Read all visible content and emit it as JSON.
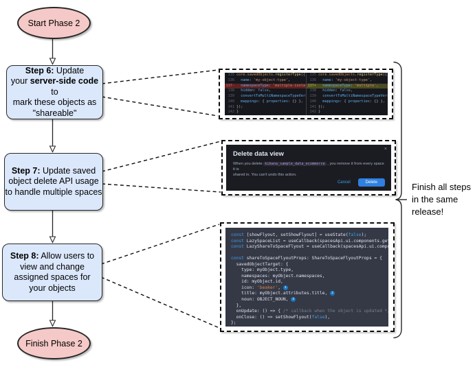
{
  "colors": {
    "node_fill_pink": "#f5c9c7",
    "node_fill_blue": "#dbe8fc",
    "node_stroke": "#262626",
    "diff_bg": "#17181d",
    "diff_deleted_row_bg": "#5f2221",
    "diff_added_row_bg": "#4b4c20",
    "modal_bg": "#1b1c22",
    "code_bg": "#353946",
    "accent_blue": "#36a2ef",
    "delete_button_bg": "#2f80e0"
  },
  "flow": {
    "start_label": "Start Phase 2",
    "finish_label": "Finish Phase 2",
    "steps": [
      {
        "id": "step6",
        "lines": [
          [
            {
              "t": "Step 6:",
              "b": 1
            },
            {
              "t": " Update"
            }
          ],
          [
            {
              "t": "your "
            },
            {
              "t": "server-side code",
              "b": 1
            },
            {
              "t": " to"
            }
          ],
          [
            {
              "t": "mark these objects as"
            }
          ],
          [
            {
              "t": "\"shareable\""
            }
          ]
        ]
      },
      {
        "id": "step7",
        "lines": [
          [
            {
              "t": "Step 7:",
              "b": 1
            },
            {
              "t": " Update saved"
            }
          ],
          [
            {
              "t": "object delete API usage"
            }
          ],
          [
            {
              "t": "to handle multiple spaces"
            }
          ]
        ]
      },
      {
        "id": "step8",
        "lines": [
          [
            {
              "t": "Step 8:",
              "b": 1
            },
            {
              "t": " Allow users to"
            }
          ],
          [
            {
              "t": "view and change"
            }
          ],
          [
            {
              "t": "assigned spaces for"
            }
          ],
          [
            {
              "t": "your objects"
            }
          ]
        ]
      }
    ],
    "brace_note": "Finish all steps\nin the same\nrelease!"
  },
  "diff": {
    "left": [
      {
        "num": "135",
        "tokens": [
          [
            "id",
            "core.savedObjects"
          ],
          [
            "fn",
            ".registerType"
          ],
          [
            "pl",
            "({"
          ]
        ]
      },
      {
        "num": "136",
        "tokens": [
          [
            "pr",
            "  name"
          ],
          [
            "pl",
            ": "
          ],
          [
            "st",
            "'my-object-type'"
          ],
          [
            "pl",
            ","
          ]
        ]
      },
      {
        "num": "137-",
        "mark": "del",
        "tokens": [
          [
            "pr",
            "  namespaceType"
          ],
          [
            "pl",
            ": "
          ],
          [
            "st",
            "'multiple-isolated'"
          ],
          [
            "pl",
            ","
          ]
        ]
      },
      {
        "num": "138",
        "tokens": [
          [
            "pr",
            "  hidden"
          ],
          [
            "pl",
            ": "
          ],
          [
            "kw",
            "false"
          ],
          [
            "pl",
            ","
          ]
        ]
      },
      {
        "num": "139",
        "tokens": [
          [
            "pr",
            "  convertToMultiNamespaceTypeVersion"
          ],
          [
            "pl",
            ": "
          ],
          [
            "st",
            "'"
          ]
        ]
      },
      {
        "num": "140",
        "tokens": [
          [
            "pr",
            "  mappings"
          ],
          [
            "pl",
            ": { "
          ],
          [
            "pr",
            "properties"
          ],
          [
            "pl",
            ": {} },"
          ]
        ]
      },
      {
        "num": "141",
        "tokens": [
          [
            "pl",
            "});"
          ]
        ]
      },
      {
        "num": "142",
        "tokens": [
          [
            "pl",
            "}"
          ]
        ]
      }
    ],
    "right": [
      {
        "num": "135",
        "tokens": [
          [
            "id",
            "core.savedObjects"
          ],
          [
            "fn",
            ".registerType"
          ],
          [
            "pl",
            "({"
          ]
        ]
      },
      {
        "num": "136",
        "tokens": [
          [
            "pr",
            "  name"
          ],
          [
            "pl",
            ": "
          ],
          [
            "st",
            "'my-object-type'"
          ],
          [
            "pl",
            ","
          ]
        ]
      },
      {
        "num": "137+",
        "mark": "add",
        "tokens": [
          [
            "pr",
            "  namespaceType"
          ],
          [
            "pl",
            ": "
          ],
          [
            "st",
            "'multiple'"
          ],
          [
            "pl",
            ","
          ]
        ]
      },
      {
        "num": "138",
        "tokens": [
          [
            "pr",
            "  hidden"
          ],
          [
            "pl",
            ": "
          ],
          [
            "kw",
            "false"
          ],
          [
            "pl",
            ","
          ]
        ]
      },
      {
        "num": "139",
        "tokens": [
          [
            "pr",
            "  convertToMultiNamespaceTypeVersion"
          ],
          [
            "pl",
            ": "
          ],
          [
            "st",
            "'"
          ]
        ]
      },
      {
        "num": "140",
        "tokens": [
          [
            "pr",
            "  mappings"
          ],
          [
            "pl",
            ": { "
          ],
          [
            "pr",
            "properties"
          ],
          [
            "pl",
            ": {} },"
          ]
        ]
      },
      {
        "num": "141",
        "tokens": [
          [
            "pl",
            "});"
          ]
        ]
      },
      {
        "num": "142",
        "tokens": [
          [
            "pl",
            "}"
          ]
        ]
      }
    ]
  },
  "modal": {
    "title": "Delete data view",
    "close": "×",
    "body_pre": "When you delete ",
    "body_code": "kibana_sample_data_ecommerce",
    "body_post": " , you remove it from every space it is",
    "body_line2": "shared in. You can't undo this action.",
    "cancel": "Cancel",
    "delete": "Delete"
  },
  "code": {
    "lines": [
      [
        [
          "kw",
          "const"
        ],
        [
          "pl",
          " [showFlyout, setShowFlyout] = useState("
        ],
        [
          "lit",
          "false"
        ],
        [
          "pl",
          ");"
        ]
      ],
      [
        [
          "kw",
          "const"
        ],
        [
          "pl",
          " LazySpaceList = useCallback(spacesApi.ui.components.getSpaceLis"
        ]
      ],
      [
        [
          "kw",
          "const"
        ],
        [
          "pl",
          " LazyShareToSpaceFlyout = useCallback(spacesApi.ui.components.ge"
        ]
      ],
      [],
      [
        [
          "kw",
          "const"
        ],
        [
          "pl",
          " shareToSpaceFlyoutProps: ShareToSpaceFlyoutProps = {"
        ]
      ],
      [
        [
          "pl",
          "  savedObjectTarget: {"
        ]
      ],
      [
        [
          "pl",
          "    type: myObject.type,"
        ]
      ],
      [
        [
          "pl",
          "    namespaces: myObject.namespaces,"
        ]
      ],
      [
        [
          "pl",
          "    id: myObject.id,"
        ]
      ],
      [
        [
          "pl",
          "    icon: "
        ],
        [
          "st",
          "'beaker'"
        ],
        [
          "pl",
          ", "
        ],
        [
          "badge",
          "1"
        ]
      ],
      [
        [
          "pl",
          "    title: myObject.attributes.title, "
        ],
        [
          "badge",
          "2"
        ]
      ],
      [
        [
          "pl",
          "    noun: OBJECT_NOUN, "
        ],
        [
          "badge",
          "3"
        ]
      ],
      [
        [
          "pl",
          "  },"
        ]
      ],
      [
        [
          "pl",
          "  onUpdate: () => { "
        ],
        [
          "com",
          "/* callback when the object is updated */"
        ],
        [
          "pl",
          " },"
        ]
      ],
      [
        [
          "pl",
          "  onClose: () => setShowFlyout("
        ],
        [
          "lit",
          "false"
        ],
        [
          "pl",
          "),"
        ]
      ],
      [
        [
          "pl",
          "};"
        ]
      ]
    ]
  }
}
